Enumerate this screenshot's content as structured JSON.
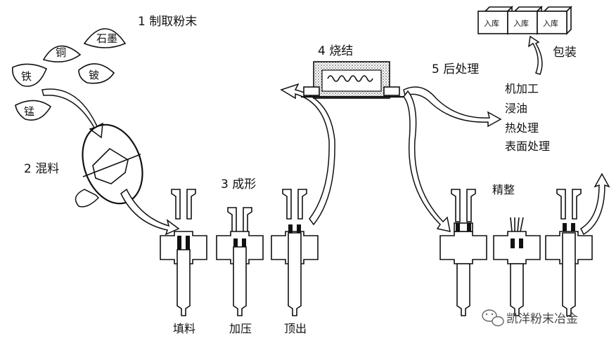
{
  "steps": {
    "step1": "1 制取粉末",
    "step2": "2 混料",
    "step3": "3 成形",
    "step4": "4 烧结",
    "step5": "5 后处理",
    "finishing": "精整"
  },
  "powders": [
    "石墨",
    "铜",
    "铁",
    "铍",
    "锰"
  ],
  "post_treatments": [
    "机加工",
    "浸油",
    "热处理",
    "表面处理"
  ],
  "packaging": {
    "label": "包装",
    "boxes": [
      "入库",
      "入库",
      "入库"
    ]
  },
  "forming_stages": [
    "填料",
    "加压",
    "顶出"
  ],
  "watermark": "凯洋粉末冶金"
}
